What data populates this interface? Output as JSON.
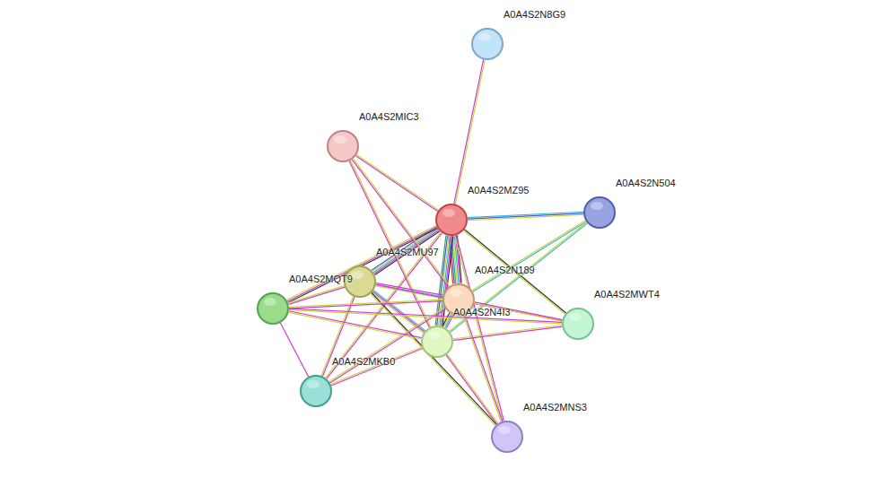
{
  "diagram": {
    "nodes": [
      {
        "text": [
          "A0A4S2N8G9"
        ]
      },
      {
        "text": [
          "A0A4S2MIC3"
        ]
      },
      {
        "text": [
          "A0A4S2MZ95"
        ]
      },
      {
        "text": [
          "A0A4S2N504"
        ]
      },
      {
        "text": [
          "A0A4S2MU97"
        ]
      },
      {
        "text": [
          "A0A4S2N189"
        ]
      },
      {
        "text": [
          "A0A4S2MQT9"
        ]
      },
      {
        "text": [
          "A0A4S2MWT4"
        ]
      },
      {
        "text": [
          "A0A4S2N4I3"
        ]
      },
      {
        "text": [
          "A0A4S2MKB0"
        ]
      },
      {
        "text": [
          "A0A4S2MNS3"
        ]
      }
    ],
    "edges": [
      {
        "from": 2,
        "to": 0,
        "arrow": "none"
      },
      {
        "from": 2,
        "to": 1,
        "arrow": "none"
      },
      {
        "from": 2,
        "to": 3,
        "arrow": "none"
      },
      {
        "from": 2,
        "to": 4,
        "arrow": "none"
      },
      {
        "from": 2,
        "to": 5,
        "arrow": "none"
      },
      {
        "from": 2,
        "to": 6,
        "arrow": "none"
      },
      {
        "from": 2,
        "to": 8,
        "arrow": "none"
      },
      {
        "from": 2,
        "to": 7,
        "arrow": "none"
      },
      {
        "from": 2,
        "to": 9,
        "arrow": "none"
      },
      {
        "from": 2,
        "to": 10,
        "arrow": "none"
      },
      {
        "from": 1,
        "to": 5,
        "arrow": "none"
      },
      {
        "from": 1,
        "to": 8,
        "arrow": "none"
      },
      {
        "from": 3,
        "to": 5,
        "arrow": "none"
      },
      {
        "from": 3,
        "to": 8,
        "arrow": "none"
      },
      {
        "from": 4,
        "to": 5,
        "arrow": "none"
      },
      {
        "from": 4,
        "to": 6,
        "arrow": "none"
      },
      {
        "from": 4,
        "to": 8,
        "arrow": "none"
      },
      {
        "from": 4,
        "to": 9,
        "arrow": "none"
      },
      {
        "from": 4,
        "to": 10,
        "arrow": "none"
      },
      {
        "from": 4,
        "to": 7,
        "arrow": "none"
      },
      {
        "from": 5,
        "to": 6,
        "arrow": "none"
      },
      {
        "from": 5,
        "to": 8,
        "arrow": "none"
      },
      {
        "from": 5,
        "to": 7,
        "arrow": "none"
      },
      {
        "from": 5,
        "to": 9,
        "arrow": "none"
      },
      {
        "from": 5,
        "to": 10,
        "arrow": "none"
      },
      {
        "from": 6,
        "to": 8,
        "arrow": "none"
      },
      {
        "from": 6,
        "to": 9,
        "arrow": "none"
      },
      {
        "from": 6,
        "to": 7,
        "arrow": "none"
      },
      {
        "from": 8,
        "to": 7,
        "arrow": "none"
      },
      {
        "from": 8,
        "to": 9,
        "arrow": "none"
      },
      {
        "from": 8,
        "to": 10,
        "arrow": "none"
      }
    ]
  }
}
